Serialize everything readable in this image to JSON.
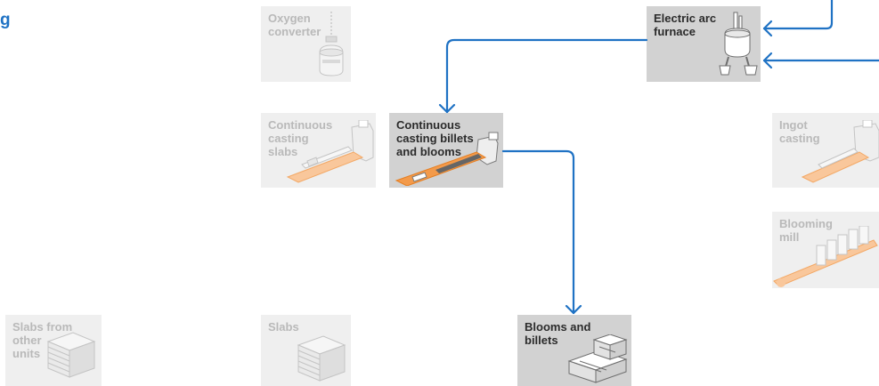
{
  "heading": "g",
  "nodes": {
    "oxygen_converter": {
      "label": "Oxygen\nconverter",
      "active": false,
      "icon": "converter-icon"
    },
    "electric_arc_furnace": {
      "label": "Electric arc\nfurnace",
      "active": true,
      "icon": "furnace-icon"
    },
    "continuous_casting_slabs": {
      "label": "Continuous\ncasting\nslabs",
      "active": false,
      "icon": "caster-icon"
    },
    "continuous_casting_billets": {
      "label": "Continuous\ncasting billets\nand blooms",
      "active": true,
      "icon": "caster-icon"
    },
    "ingot_casting": {
      "label": "Ingot\ncasting",
      "active": false,
      "icon": "caster-icon"
    },
    "blooming_mill": {
      "label": "Blooming\nmill",
      "active": false,
      "icon": "rolling-mill-icon"
    },
    "slabs_other_units": {
      "label": "Slabs from\nother\nunits",
      "active": false,
      "icon": "slab-stack-icon"
    },
    "slabs": {
      "label": "Slabs",
      "active": false,
      "icon": "slab-stack-icon"
    },
    "blooms_billets": {
      "label": "Blooms and\nbillets",
      "active": true,
      "icon": "billet-stack-icon"
    }
  },
  "colors": {
    "arrow": "#1f72c4",
    "active_box": "#d2d2d2",
    "inactive_box": "#efefef",
    "active_text": "#2b2b2b",
    "inactive_text": "#b9b9b9",
    "orange": "#f39a4a"
  }
}
